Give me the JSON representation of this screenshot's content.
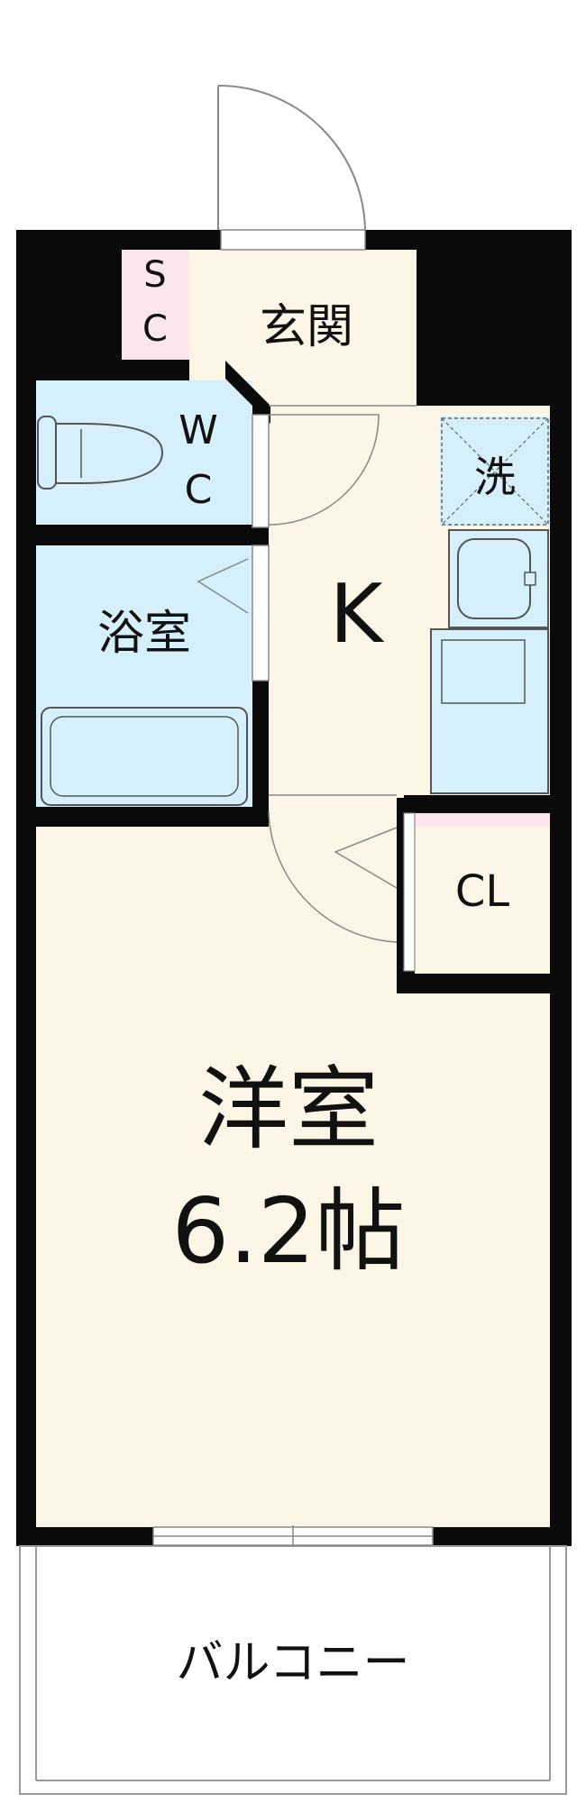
{
  "rooms": {
    "sc": {
      "line1": "S",
      "line2": "C"
    },
    "entrance": {
      "label": "玄関"
    },
    "wc": {
      "line1": "W",
      "line2": "C"
    },
    "laundry": {
      "label": "洗"
    },
    "kitchen": {
      "label": "K"
    },
    "bath": {
      "label": "浴室"
    },
    "closet": {
      "label": "CL"
    },
    "western": {
      "label": "洋室",
      "area": "6.2帖"
    },
    "balcony": {
      "label": "バルコニー"
    }
  },
  "colors": {
    "wall": "#0a0a0a",
    "floor": "#fdf6e6",
    "wet_area": "#d6f0fb",
    "storage": "#fbe6ee",
    "line": "#777777",
    "outline": "#999999"
  }
}
